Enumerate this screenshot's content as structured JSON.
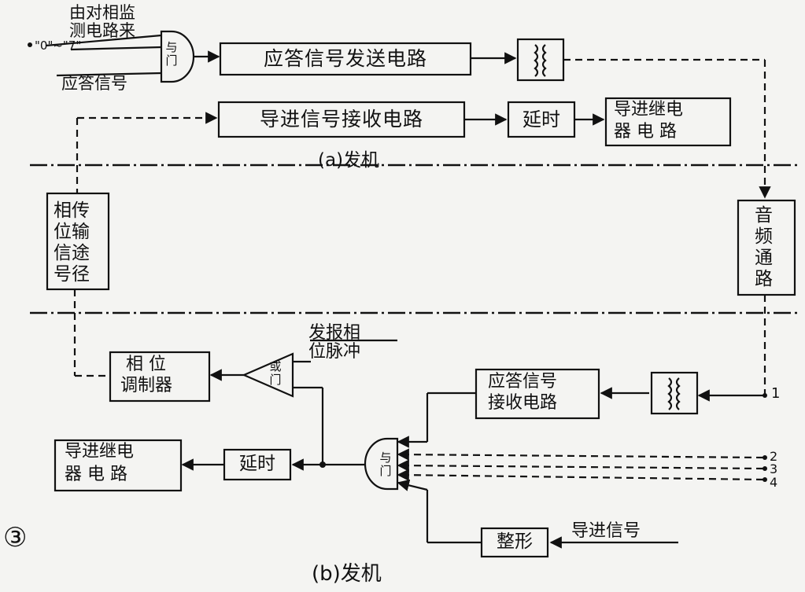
{
  "diagram": {
    "top_inputs": {
      "from_monitor_line1": "由对相监",
      "from_monitor_line2": "测电路来",
      "zero_seven": "\"0\"~\"7\"",
      "answer_signal": "应答信号"
    },
    "and_gate_top": "与门",
    "answer_send_circuit": "应答信号发送电路",
    "guide_receive_circuit": "导进信号接收电路",
    "delay_top": "延时",
    "guide_relay_top_line1": "导进继电",
    "guide_relay_top_line2": "器 电 路",
    "section_a_label": "(a)发机",
    "phase_channel": [
      "相传",
      "位输",
      "信途",
      "号径"
    ],
    "audio_channel": [
      "音",
      "频",
      "通",
      "路"
    ],
    "send_phase_pulse_line1": "发报相",
    "send_phase_pulse_line2": "位脉冲",
    "or_gate": "或门",
    "phase_modulator_line1": "相  位",
    "phase_modulator_line2": "调制器",
    "answer_receive_line1": "应答信号",
    "answer_receive_line2": "接收电路",
    "guide_relay_bottom_line1": "导进继电",
    "guide_relay_bottom_line2": "器 电 路",
    "delay_bottom": "延时",
    "and_gate_bottom": "与门",
    "shaping": "整形",
    "guide_signal": "导进信号",
    "terminal_numbers": [
      "1",
      "2",
      "3",
      "4"
    ],
    "circle_label": "③",
    "section_b_label": "(b)发机"
  }
}
